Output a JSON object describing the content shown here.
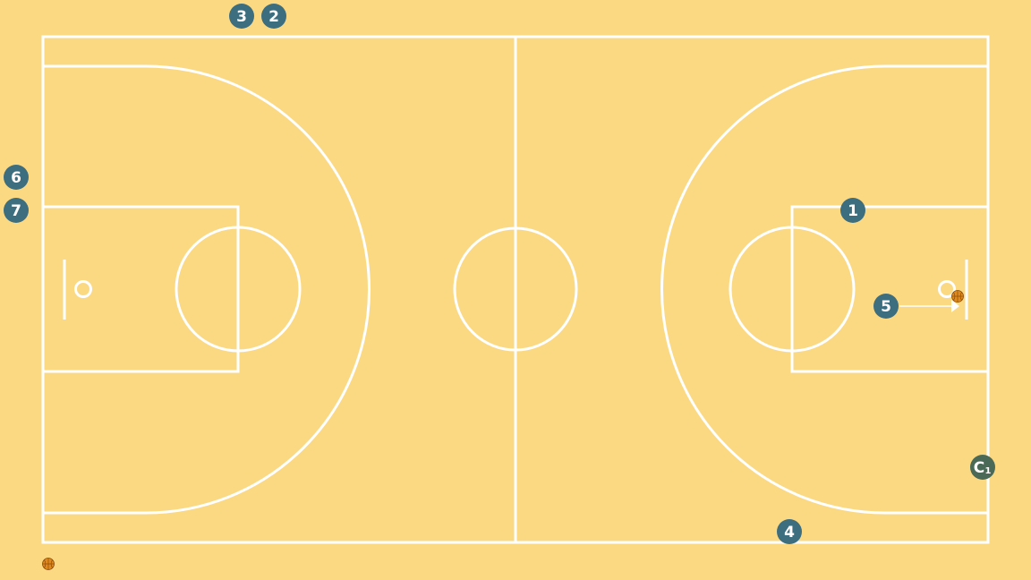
{
  "colors": {
    "floor": "#fbd983",
    "lines": "#ffffff",
    "player": "#3d6e80",
    "coach": "#4a6a57",
    "ball": "#e08a1e"
  },
  "players": [
    {
      "id": "p1",
      "label": "1"
    },
    {
      "id": "p2",
      "label": "2"
    },
    {
      "id": "p3",
      "label": "3"
    },
    {
      "id": "p4",
      "label": "4"
    },
    {
      "id": "p5",
      "label": "5"
    },
    {
      "id": "p6",
      "label": "6"
    },
    {
      "id": "p7",
      "label": "7"
    }
  ],
  "coach": {
    "letter": "C",
    "number": "1"
  },
  "balls": [
    {
      "id": "ball-right-basket",
      "icon": "basketball-icon"
    },
    {
      "id": "ball-spare",
      "icon": "basketball-icon"
    }
  ],
  "movements": [
    {
      "from": "5",
      "type": "pass-arrow",
      "icon": "arrow-icon"
    }
  ]
}
